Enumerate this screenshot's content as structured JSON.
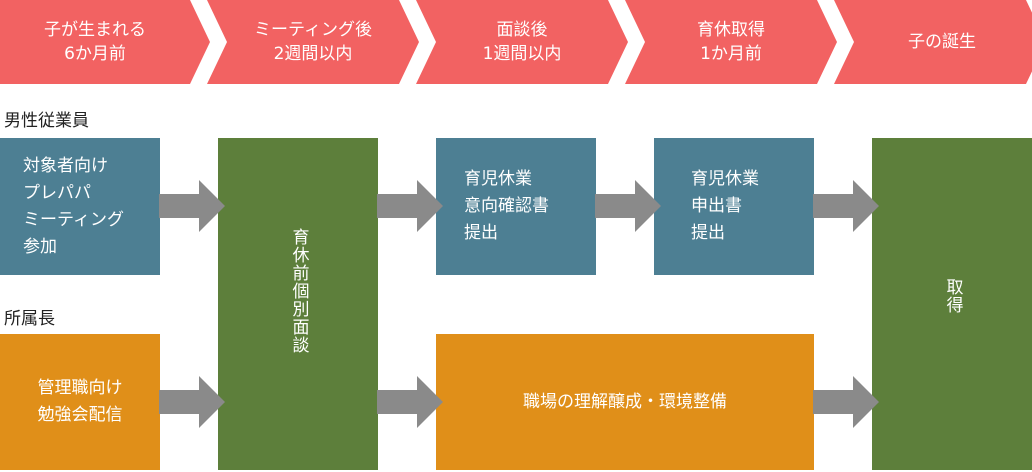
{
  "timeline": [
    {
      "label": "子が生まれる\n6か月前"
    },
    {
      "label": "ミーティング後\n2週間以内"
    },
    {
      "label": "面談後\n1週間以内"
    },
    {
      "label": "育休取得\n1か月前"
    },
    {
      "label": "子の誕生"
    }
  ],
  "roles": {
    "employee": "男性従業員",
    "manager": "所属長"
  },
  "boxes": {
    "employee_meeting": "対象者向け\nプレパパ\nミーティング\n参加",
    "pre_leave_interview": "育休前個別面談",
    "intention_form": "育児休業\n意向確認書\n提出",
    "application_form": "育児休業\n申出書\n提出",
    "acquire": "取得",
    "manager_training": "管理職向け\n勉強会配信",
    "workplace_understanding": "職場の理解醸成・環境整備"
  },
  "colors": {
    "timeline": "#f26262",
    "employee_box": "#4d7f93",
    "manager_box": "#e08f19",
    "common_box": "#5d7f3b",
    "arrow": "#8a8a8a"
  }
}
